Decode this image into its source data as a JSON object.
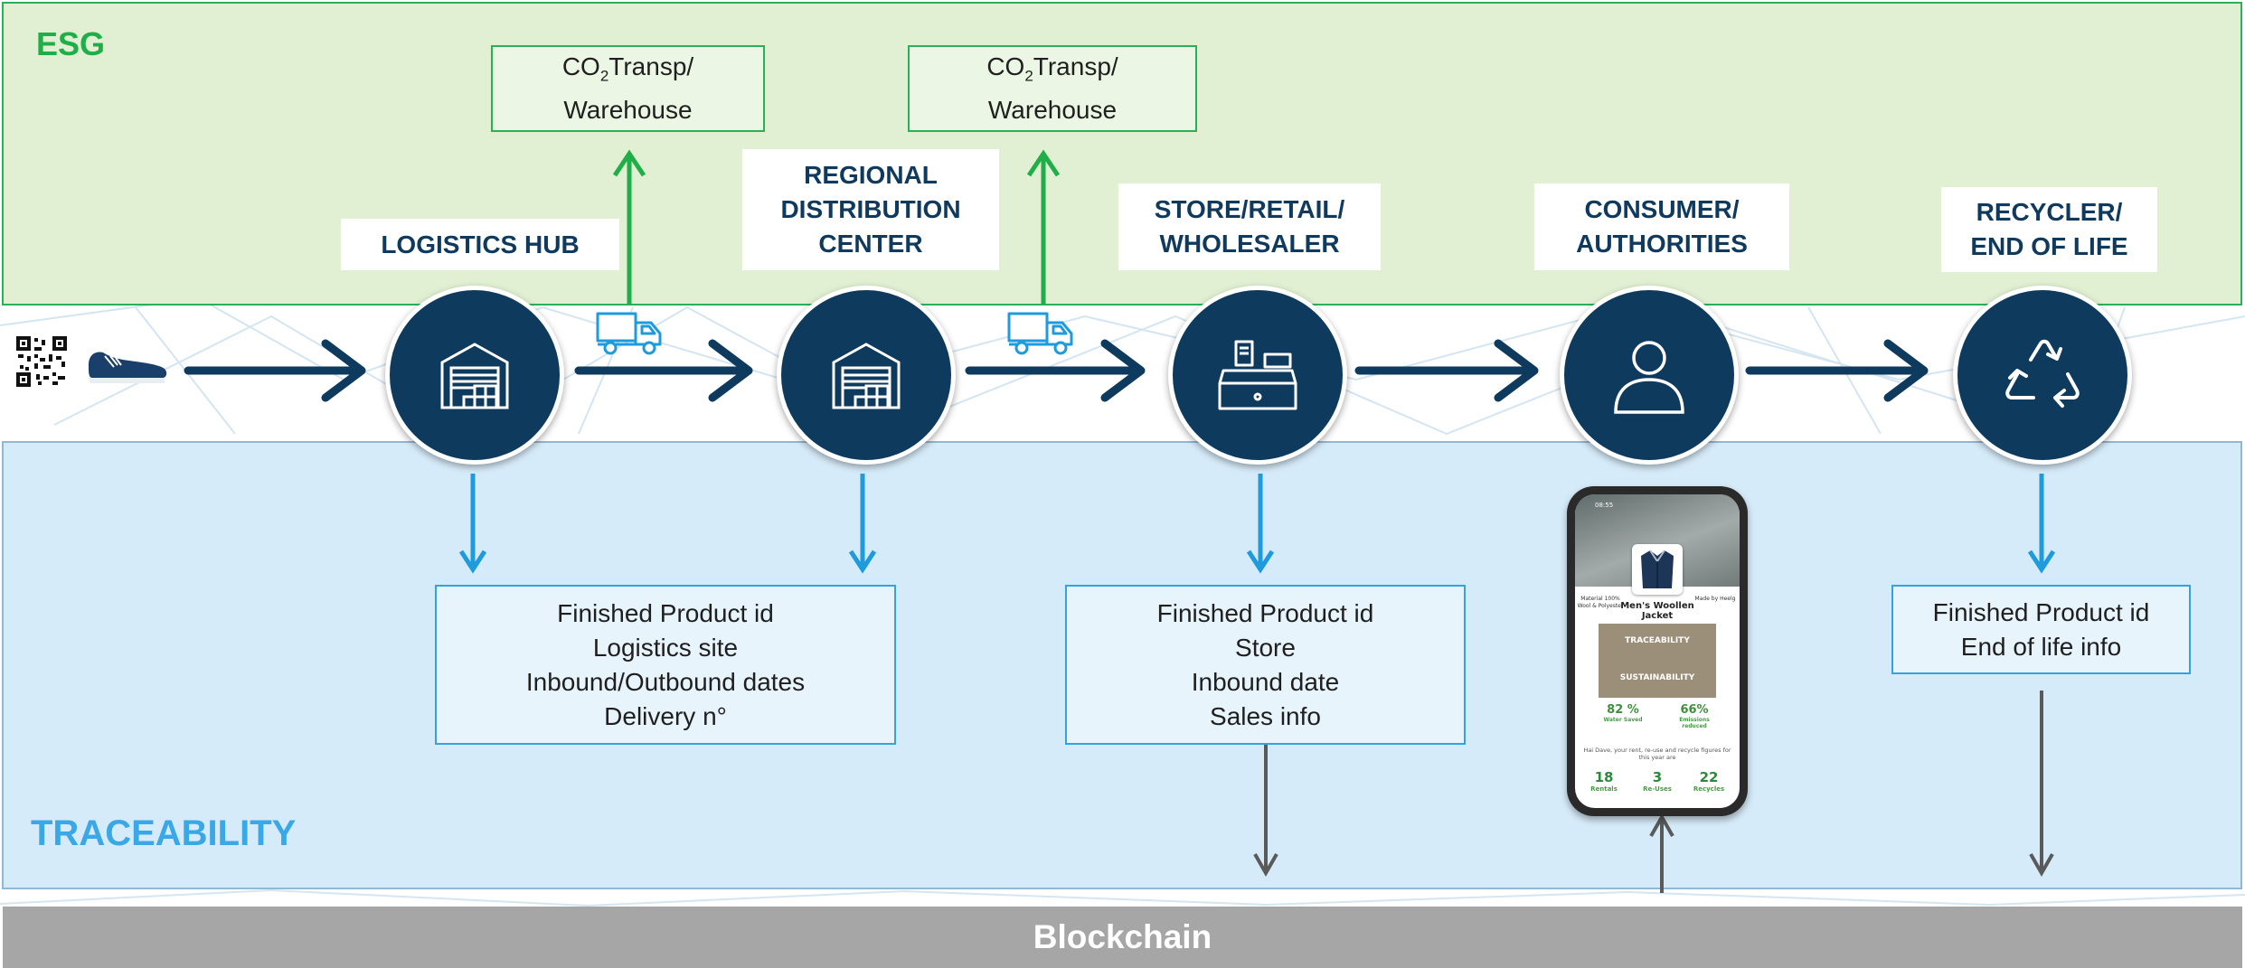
{
  "esg": {
    "title": "ESG"
  },
  "traceability": {
    "title": "TRACEABILITY"
  },
  "blockchain": {
    "label": "Blockchain"
  },
  "co2_boxes": [
    {
      "prefix": "CO",
      "sub": "2",
      "line1_rest": "Transp/",
      "line2": "Warehouse"
    },
    {
      "prefix": "CO",
      "sub": "2",
      "line1_rest": "Transp/",
      "line2": "Warehouse"
    }
  ],
  "stages": [
    {
      "label": "LOGISTICS HUB",
      "icon": "warehouse-icon"
    },
    {
      "label": "REGIONAL\nDISTRIBUTION\nCENTER",
      "icon": "warehouse-icon"
    },
    {
      "label": "STORE/RETAIL/\nWHOLESALER",
      "icon": "cash-register-icon"
    },
    {
      "label": "CONSUMER/\nAUTHORITIES",
      "icon": "user-icon"
    },
    {
      "label": "RECYCLER/\nEND OF LIFE",
      "icon": "recycle-icon"
    }
  ],
  "info_boxes": [
    {
      "lines": [
        "Finished Product id",
        "Logistics site",
        "Inbound/Outbound dates",
        "Delivery n°"
      ]
    },
    {
      "lines": [
        "Finished Product id",
        "Store",
        "Inbound date",
        "Sales info"
      ]
    },
    {
      "lines": [
        "Finished Product id",
        "End of life info"
      ]
    }
  ],
  "icons": {
    "start": [
      "qr-code-icon",
      "shoe-icon"
    ],
    "transport": "truck-icon"
  },
  "colors": {
    "navy": "#0e3a5e",
    "esg_green": "#2bb05a",
    "trace_blue": "#33a3df",
    "blockchain_gray": "#a6a6a6"
  },
  "phone": {
    "time": "08:55",
    "material": "Material 100% Wool & Polyester",
    "product": "Men's Woollen Jacket",
    "made_by": "Made by Heelg",
    "card_top": "TRACEABILITY",
    "card_bottom": "SUSTAINABILITY",
    "stat1_value": "82 %",
    "stat1_label": "Water Saved",
    "stat2_value": "66%",
    "stat2_label": "Emissions reduced",
    "greeting": "Hai Dave, your rent, re-use and recycle figures for this year are",
    "counts": [
      {
        "value": "18",
        "label": "Rentals"
      },
      {
        "value": "3",
        "label": "Re-Uses"
      },
      {
        "value": "22",
        "label": "Recycles"
      }
    ]
  }
}
